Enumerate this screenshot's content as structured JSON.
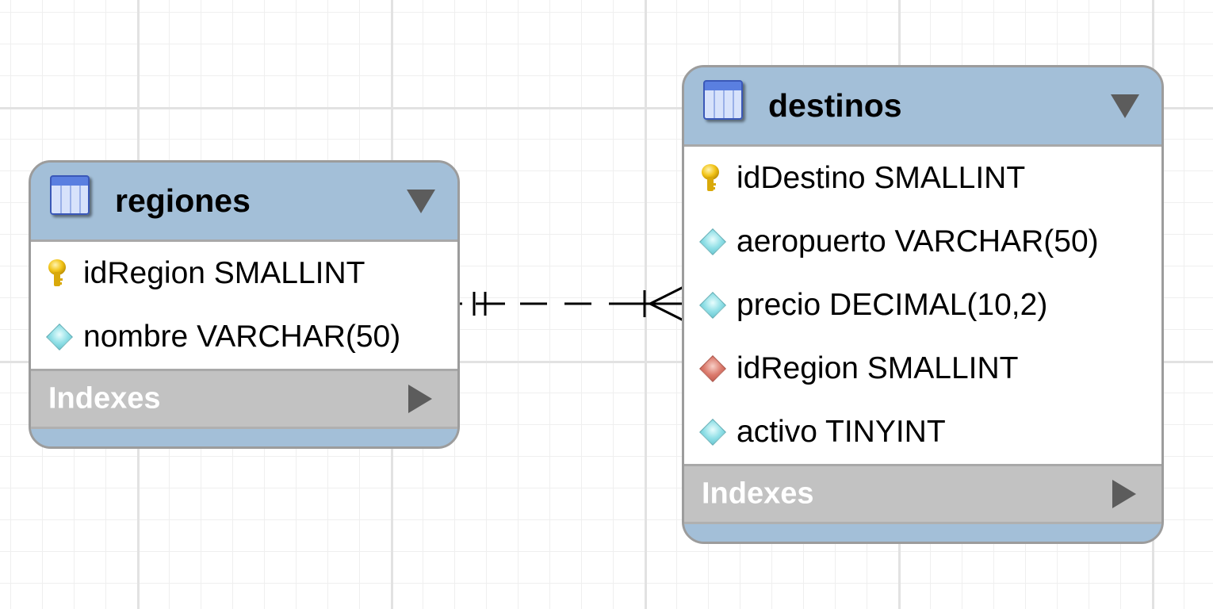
{
  "tables": [
    {
      "id": "regiones",
      "name": "regiones",
      "icon": "table-icon",
      "columns": [
        {
          "name": "idRegion SMALLINT",
          "kind": "primary-key",
          "icon": "key-icon"
        },
        {
          "name": "nombre VARCHAR(50)",
          "kind": "attribute",
          "icon": "diamond-icon"
        }
      ],
      "indexes_label": "Indexes"
    },
    {
      "id": "destinos",
      "name": "destinos",
      "icon": "table-icon",
      "columns": [
        {
          "name": "idDestino SMALLINT",
          "kind": "primary-key",
          "icon": "key-icon"
        },
        {
          "name": "aeropuerto VARCHAR(50)",
          "kind": "attribute",
          "icon": "diamond-icon"
        },
        {
          "name": "precio DECIMAL(10,2)",
          "kind": "attribute",
          "icon": "diamond-icon"
        },
        {
          "name": "idRegion SMALLINT",
          "kind": "foreign-key",
          "icon": "diamond-icon"
        },
        {
          "name": "activo TINYINT",
          "kind": "attribute",
          "icon": "diamond-icon"
        }
      ],
      "indexes_label": "Indexes"
    }
  ],
  "relationship": {
    "from": "regiones",
    "to": "destinos",
    "from_cardinality": "one-and-only-one",
    "to_cardinality": "one-or-many",
    "identifying": false
  },
  "colors": {
    "header": "#a3bfd8",
    "indexes": "#c2c2c2",
    "border": "#9c9c9c",
    "attribute_diamond": "#8fdfe6",
    "foreign_key_diamond": "#db7a6c",
    "primary_key": "#f2c418"
  }
}
